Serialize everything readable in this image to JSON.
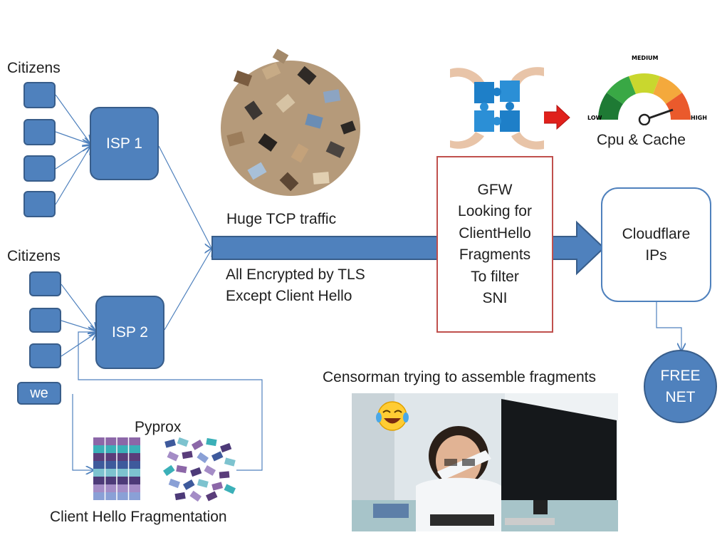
{
  "citizens_top_label": "Citizens",
  "citizens_bottom_label": "Citizens",
  "isp1_label": "ISP 1",
  "isp2_label": "ISP 2",
  "we_label": "we",
  "huge_tcp_label": "Huge TCP traffic",
  "encrypted_line1": "All Encrypted by TLS",
  "encrypted_line2": "Except Client Hello",
  "gfw_lines": [
    "GFW",
    "Looking for",
    "ClientHello",
    "Fragments",
    "To filter",
    "SNI"
  ],
  "cloudflare_lines": [
    "Cloudflare",
    "IPs"
  ],
  "free_net_lines": [
    "FREE",
    "NET"
  ],
  "cpu_cache_label": "Cpu & Cache",
  "gauge": {
    "low": "LOW",
    "medium": "MEDIUM",
    "high": "HIGH"
  },
  "censorman_label": "Censorman trying to assemble fragments",
  "pyprox_label": "Pyprox",
  "fragmentation_label": "Client Hello Fragmentation",
  "colors": {
    "box_fill": "#4f81bd",
    "box_border": "#385d8a",
    "gfw_border": "#c0504d",
    "arrow_red": "#e0201b"
  }
}
